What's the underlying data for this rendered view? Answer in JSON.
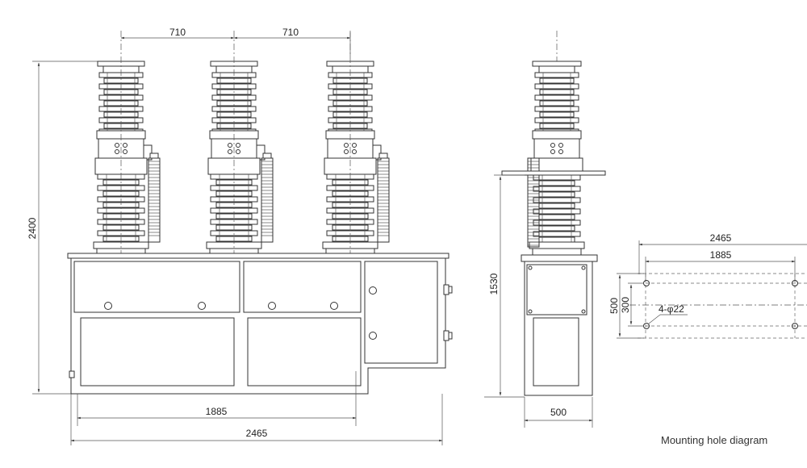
{
  "front_view": {
    "phase_spacing_left": "710",
    "phase_spacing_right": "710",
    "total_height": "2400",
    "mounting_hole_spacing": "1885",
    "overall_width": "2465"
  },
  "side_view": {
    "height": "1530",
    "width": "500"
  },
  "mounting_hole_diagram": {
    "overall_width": "2465",
    "hole_spacing_x": "1885",
    "overall_depth": "500",
    "hole_spacing_y": "300",
    "hole_spec": "4-φ22",
    "caption": "Mounting hole diagram"
  }
}
